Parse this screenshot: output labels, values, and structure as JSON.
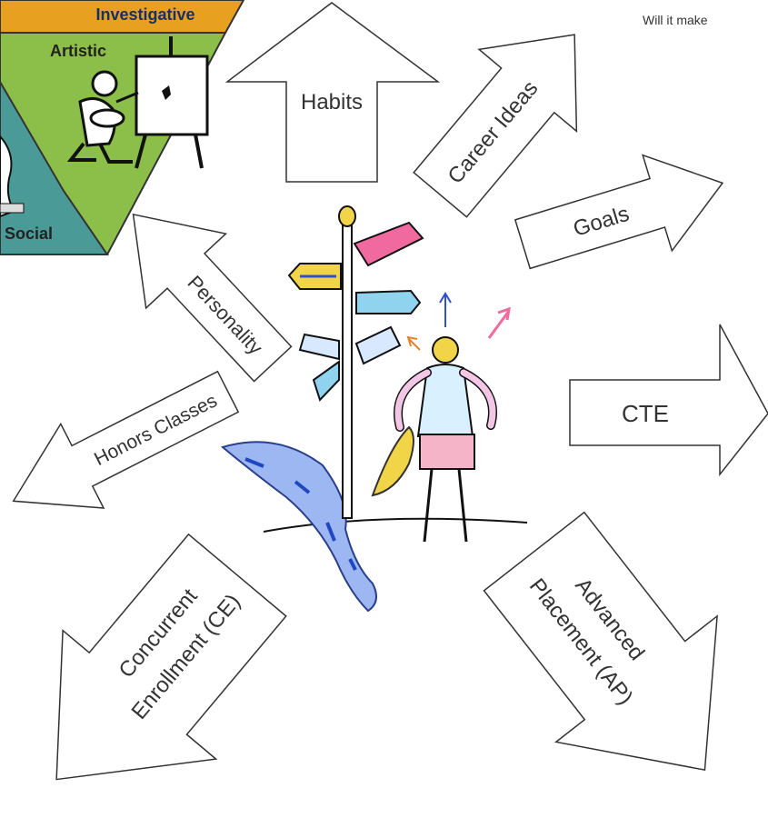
{
  "note": "Will it make",
  "holland": {
    "investigative": "Investigative",
    "artistic": "Artistic",
    "social": "Social"
  },
  "arrows": {
    "habits": "Habits",
    "career_ideas": "Career Ideas",
    "goals": "Goals",
    "personality": "Personality",
    "honors_classes": "Honors Classes",
    "cte": "CTE",
    "concurrent_line1": "Concurrent",
    "concurrent_line2": "Enrollment (CE)",
    "advanced_line1": "Advanced",
    "advanced_line2": "Placement (AP)"
  },
  "colors": {
    "investigative": "#e8a020",
    "artistic": "#8cbf4a",
    "social": "#4a9b98",
    "road": "#4a7fd8",
    "sign_pink": "#f06aa0",
    "sign_yellow": "#f2d448",
    "sign_blue": "#8fd3ef"
  }
}
